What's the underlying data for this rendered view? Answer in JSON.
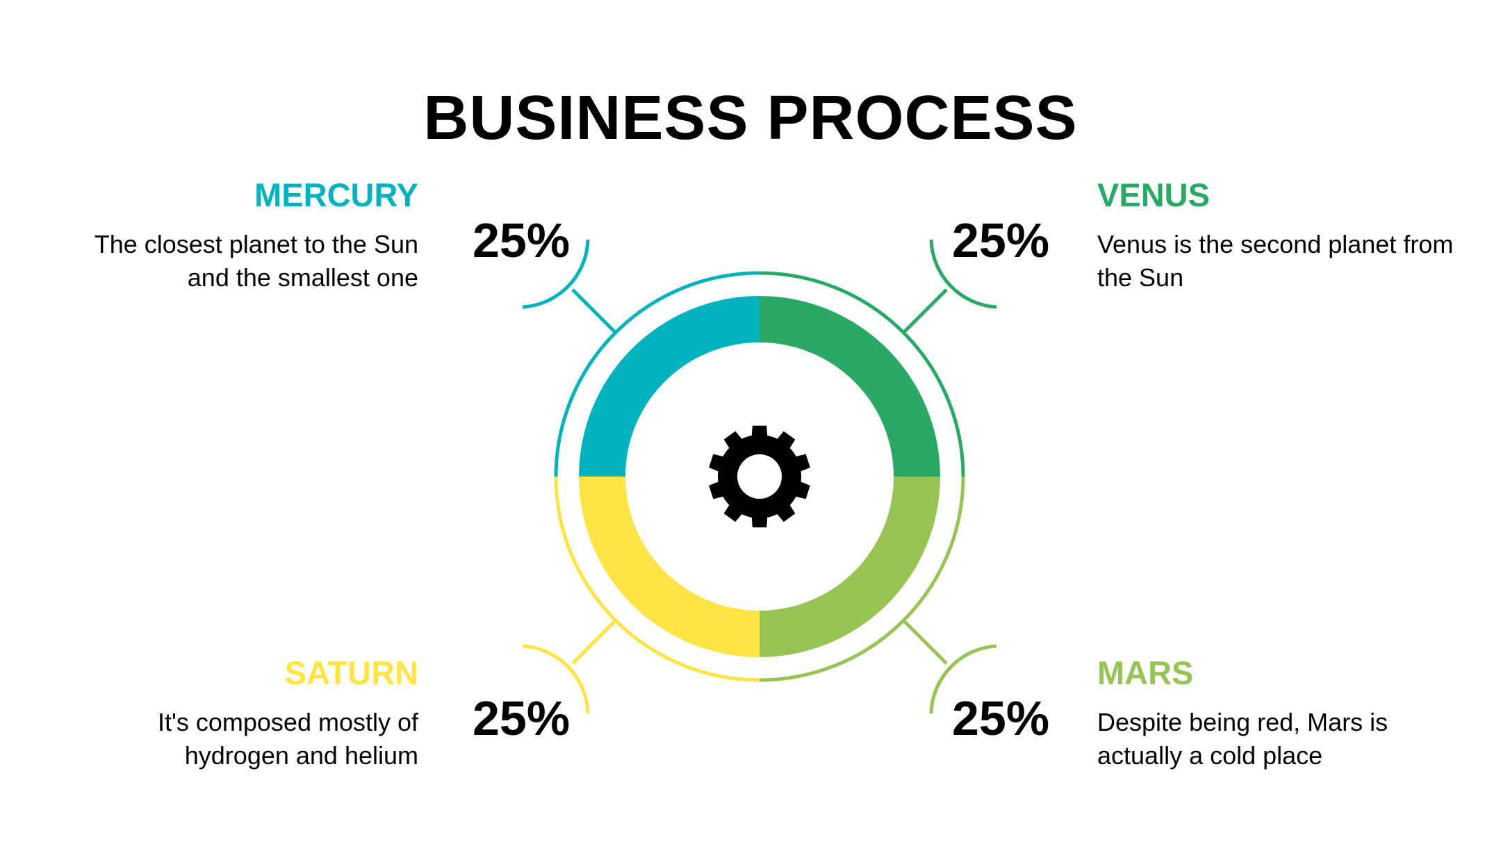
{
  "title": "BUSINESS PROCESS",
  "colors": {
    "mercury": "#00b2bd",
    "venus": "#2aa866",
    "saturn": "#ffe445",
    "mars": "#97c454",
    "text": "#000000"
  },
  "center_icon": "gear-icon",
  "segments": [
    {
      "key": "mercury",
      "heading": "MERCURY",
      "description": "The closest planet to the Sun and the smallest one",
      "percent_label": "25%",
      "value": 25
    },
    {
      "key": "venus",
      "heading": "VENUS",
      "description": "Venus is the second planet from the Sun",
      "percent_label": "25%",
      "value": 25
    },
    {
      "key": "saturn",
      "heading": "SATURN",
      "description": "It's composed mostly of hydrogen and helium",
      "percent_label": "25%",
      "value": 25
    },
    {
      "key": "mars",
      "heading": "MARS",
      "description": "Despite being red, Mars is actually a cold place",
      "percent_label": "25%",
      "value": 25
    }
  ]
}
